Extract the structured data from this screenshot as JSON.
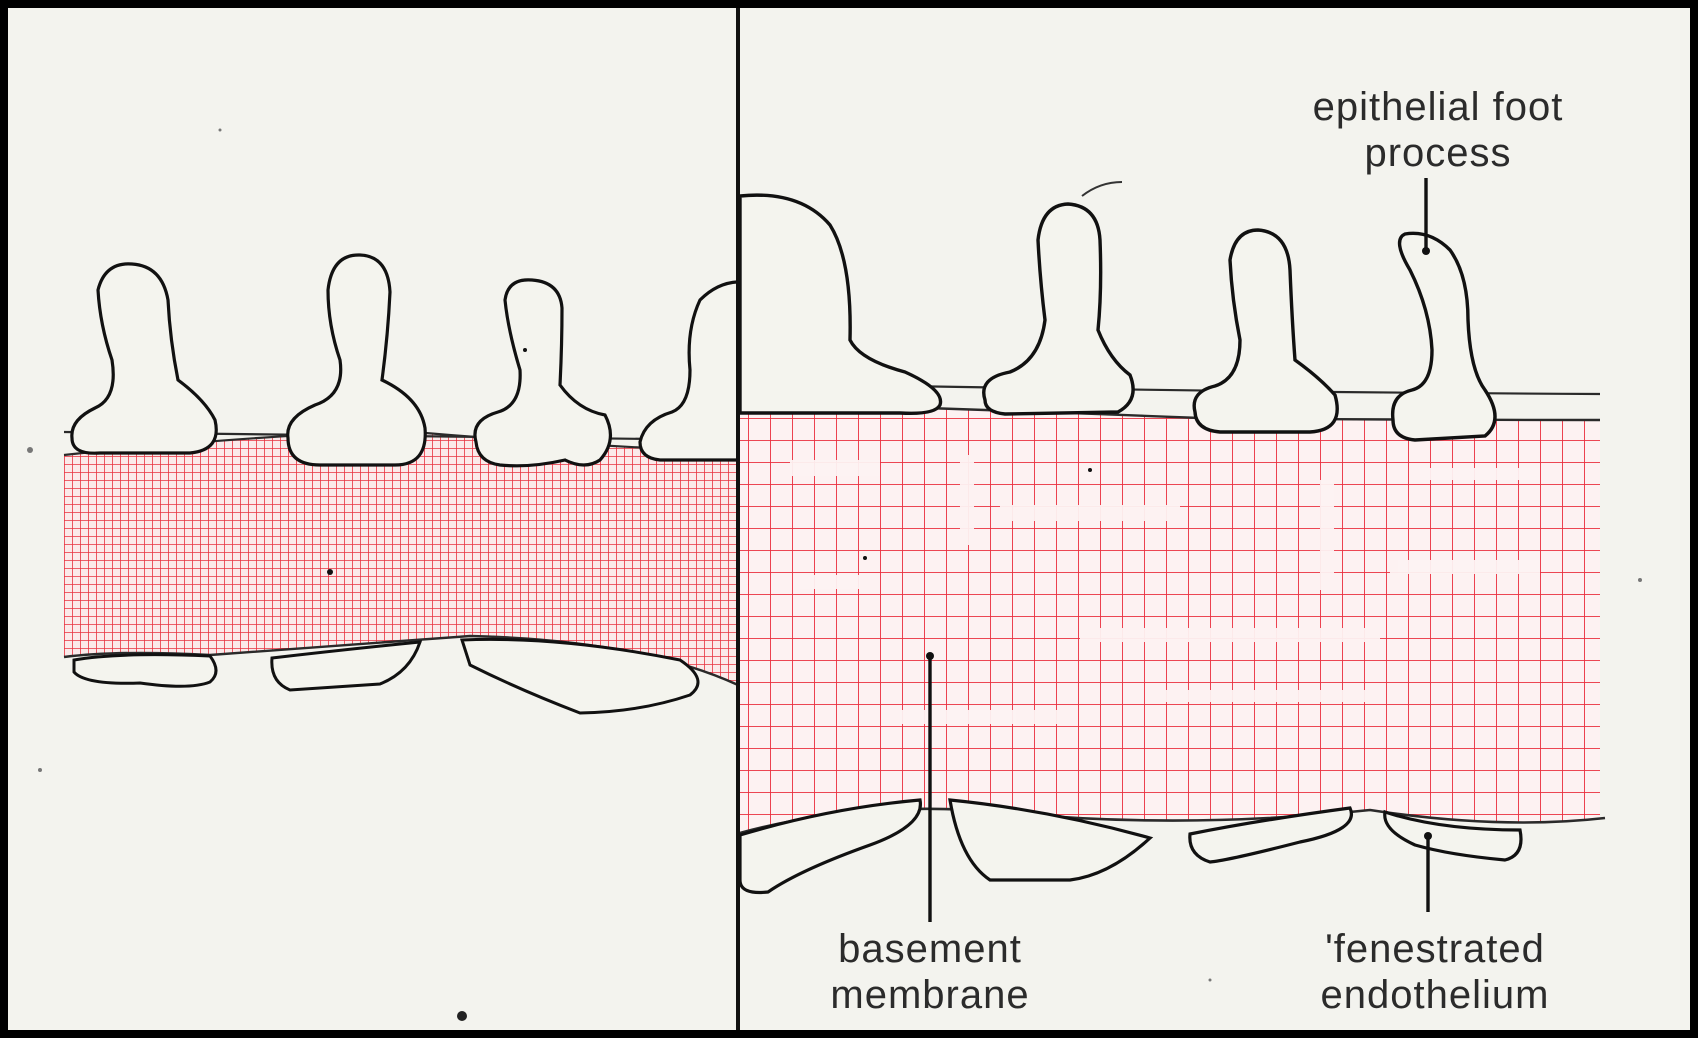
{
  "labels": {
    "epithelial_foot_process": [
      "epithelial foot",
      "process"
    ],
    "basement_membrane": [
      "basement",
      "membrane"
    ],
    "fenestrated_endothelium": [
      "'fenestrated",
      "endothelium"
    ]
  },
  "colors": {
    "frame": "#000000",
    "paper": "#f3f3ee",
    "outline": "#111111",
    "membrane_grid": "#e8323f",
    "cell_fill": "#f4f4ee"
  }
}
